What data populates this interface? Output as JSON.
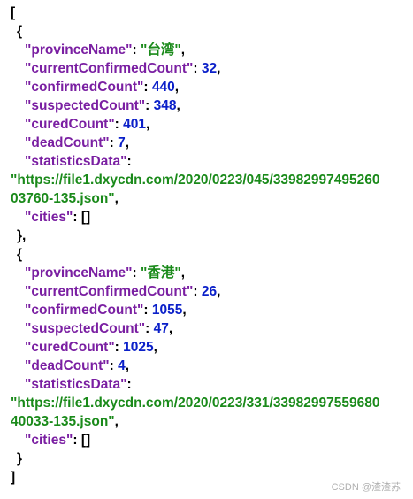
{
  "json_view": {
    "open_bracket": "[",
    "close_bracket": "]",
    "open_brace": "{",
    "close_brace": "}",
    "close_brace_comma": "},",
    "colors": {
      "key": "#7a1fa2",
      "string": "#1a8a1a",
      "number": "#0b20c9",
      "punctuation": "#000000"
    },
    "objects": [
      {
        "provinceName": {
          "key": "\"provinceName\"",
          "value": "\"台湾\""
        },
        "currentConfirmedCount": {
          "key": "\"currentConfirmedCount\"",
          "value": "32"
        },
        "confirmedCount": {
          "key": "\"confirmedCount\"",
          "value": "440"
        },
        "suspectedCount": {
          "key": "\"suspectedCount\"",
          "value": "348"
        },
        "curedCount": {
          "key": "\"curedCount\"",
          "value": "401"
        },
        "deadCount": {
          "key": "\"deadCount\"",
          "value": "7"
        },
        "statisticsData": {
          "key": "\"statisticsData\"",
          "value_line1": "\"https://file1.dxycdn.com/2020/0223/045/33982997495260",
          "value_line2": "03760-135.json\""
        },
        "cities": {
          "key": "\"cities\"",
          "value": "[]"
        }
      },
      {
        "provinceName": {
          "key": "\"provinceName\"",
          "value": "\"香港\""
        },
        "currentConfirmedCount": {
          "key": "\"currentConfirmedCount\"",
          "value": "26"
        },
        "confirmedCount": {
          "key": "\"confirmedCount\"",
          "value": "1055"
        },
        "suspectedCount": {
          "key": "\"suspectedCount\"",
          "value": "47"
        },
        "curedCount": {
          "key": "\"curedCount\"",
          "value": "1025"
        },
        "deadCount": {
          "key": "\"deadCount\"",
          "value": "4"
        },
        "statisticsData": {
          "key": "\"statisticsData\"",
          "value_line1": "\"https://file1.dxycdn.com/2020/0223/331/33982997559680",
          "value_line2": "40033-135.json\""
        },
        "cities": {
          "key": "\"cities\"",
          "value": "[]"
        }
      }
    ]
  },
  "watermark": {
    "text": "CSDN @渣渣苏"
  }
}
